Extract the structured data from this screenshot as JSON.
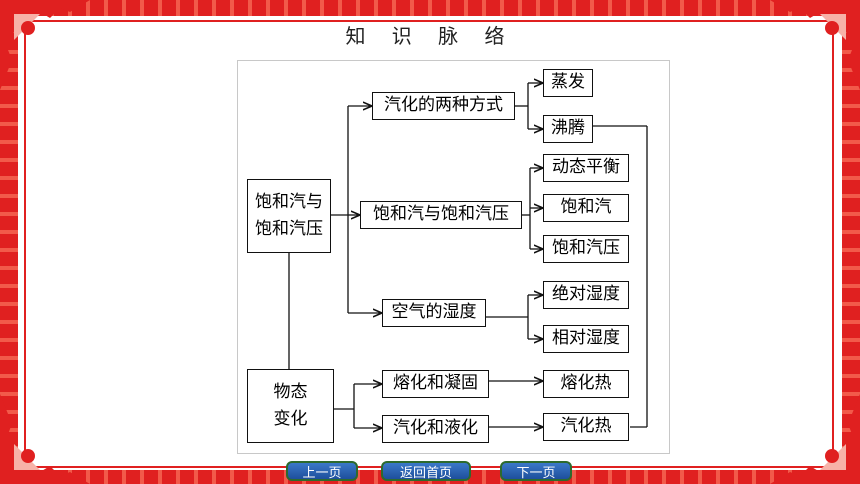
{
  "header": {
    "title": "知 识 脉 络"
  },
  "diagram": {
    "root": {
      "line1": "饱和汽与",
      "line2": "饱和汽压"
    },
    "phase": {
      "line1": "物态",
      "line2": "变化"
    },
    "branches": {
      "vaporization_ways": "汽化的两种方式",
      "saturated": "饱和汽与饱和汽压",
      "humidity": "空气的湿度",
      "melting": "熔化和凝固",
      "vaporizing": "汽化和液化"
    },
    "leaves": {
      "evaporation": "蒸发",
      "boiling": "沸腾",
      "dynamic_balance": "动态平衡",
      "saturated_vapor": "饱和汽",
      "saturated_pressure": "饱和汽压",
      "absolute_humidity": "绝对湿度",
      "relative_humidity": "相对湿度",
      "melting_heat": "熔化热",
      "vaporization_heat": "汽化热"
    }
  },
  "nav": {
    "prev": "上一页",
    "home": "返回首页",
    "next": "下一页"
  },
  "colors": {
    "frame": "#e02020",
    "nav_button": "#2a62b4"
  }
}
